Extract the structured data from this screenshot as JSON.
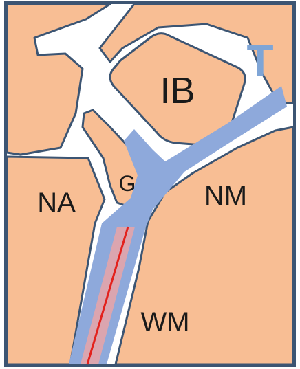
{
  "labels": {
    "ib": "IB",
    "t": "T",
    "g": "G",
    "na": "NA",
    "nm": "NM",
    "wm": "WM"
  },
  "colors": {
    "tissue": "#F8BE94",
    "outline": "#3C5573",
    "channel": "#8EA9DB",
    "background": "#FFFFFF",
    "red_line": "#E3211C",
    "pink_glow": "#E9A5A7",
    "t_label": "#7FA5D6"
  }
}
